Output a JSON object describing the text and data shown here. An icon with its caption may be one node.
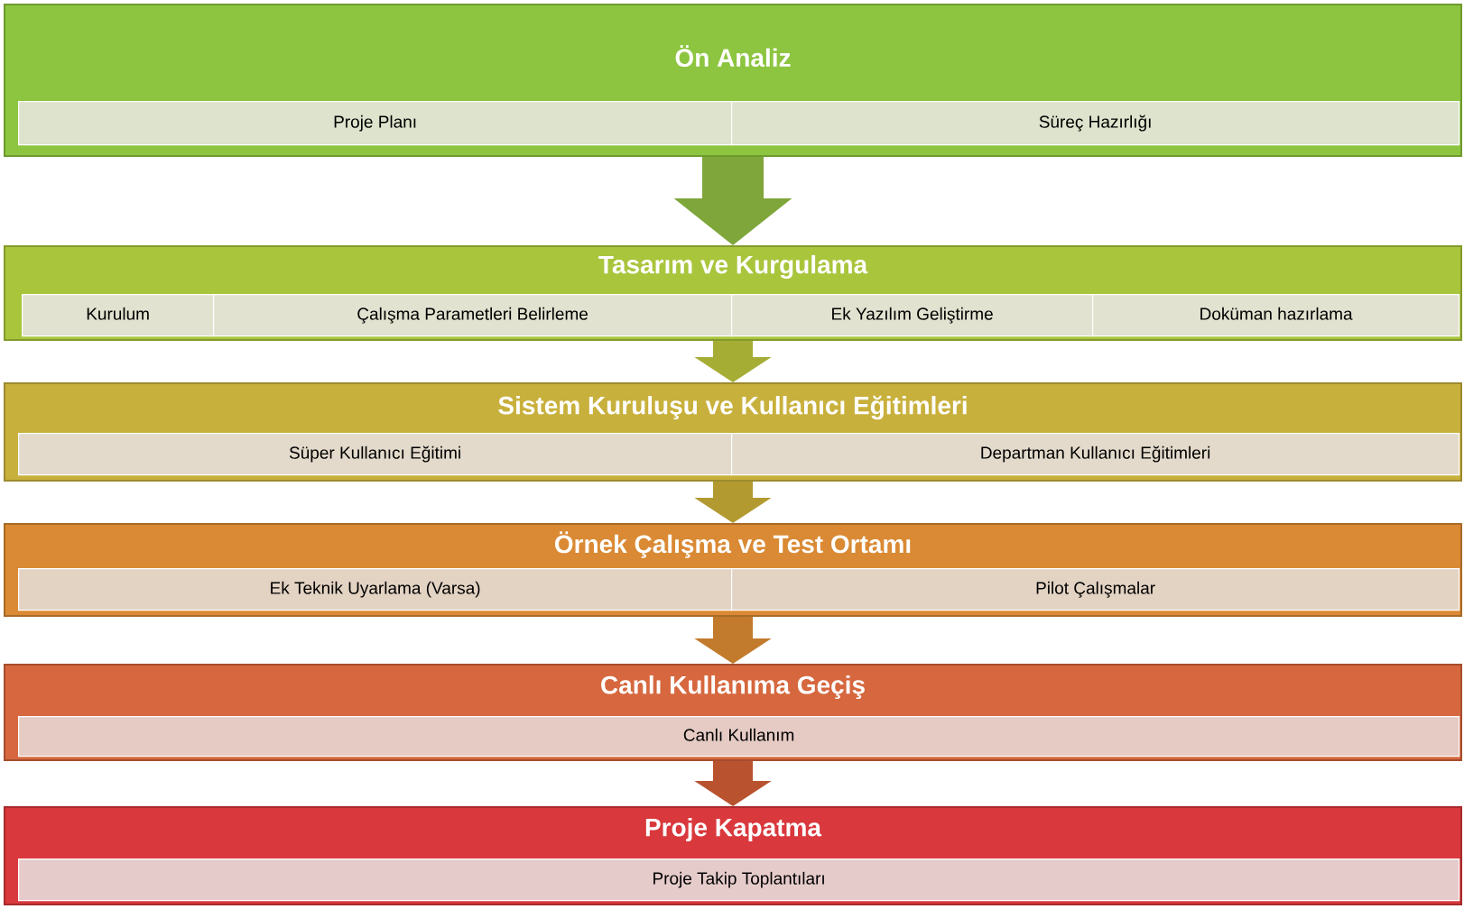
{
  "diagram": {
    "nodes": [
      {
        "text": [
          "Ön Analiz"
        ]
      },
      {
        "text": [
          "Proje Planı"
        ],
        "in": 0
      },
      {
        "text": [
          "Süreç Hazırlığı"
        ],
        "in": 0
      },
      {
        "text": [
          "Tasarım ve Kurgulama"
        ]
      },
      {
        "text": [
          "Kurulum"
        ],
        "in": 3
      },
      {
        "text": [
          "Çalışma Parametleri Belirleme"
        ],
        "in": 3
      },
      {
        "text": [
          "Ek Yazılım Geliştirme"
        ],
        "in": 3
      },
      {
        "text": [
          "Doküman hazırlama"
        ],
        "in": 3
      },
      {
        "text": [
          "Sistem Kuruluşu ve Kullanıcı Eğitimleri"
        ]
      },
      {
        "text": [
          "Süper Kullanıcı Eğitimi"
        ],
        "in": 8
      },
      {
        "text": [
          "Departman Kullanıcı Eğitimleri"
        ],
        "in": 8
      },
      {
        "text": [
          "Örnek Çalışma  ve Test Ortamı"
        ]
      },
      {
        "text": [
          "Ek Teknik Uyarlama (Varsa)"
        ],
        "in": 11
      },
      {
        "text": [
          "Pilot Çalışmalar"
        ],
        "in": 11
      },
      {
        "text": [
          "Canlı Kullanıma Geçiş"
        ]
      },
      {
        "text": [
          "Canlı Kullanım"
        ],
        "in": 14
      },
      {
        "text": [
          "Proje Kapatma"
        ]
      },
      {
        "text": [
          "Proje Takip Toplantıları"
        ],
        "in": 16
      }
    ],
    "edges": [
      {
        "from": 0,
        "to": 3,
        "arrow": "to",
        "color": "#7fa63a"
      },
      {
        "from": 3,
        "to": 8,
        "arrow": "to",
        "color": "#a6ad35"
      },
      {
        "from": 8,
        "to": 11,
        "arrow": "to",
        "color": "#b39a30"
      },
      {
        "from": 11,
        "to": 14,
        "arrow": "to",
        "color": "#c27a2c"
      },
      {
        "from": 14,
        "to": 16,
        "arrow": "to",
        "color": "#b8522f"
      }
    ]
  }
}
